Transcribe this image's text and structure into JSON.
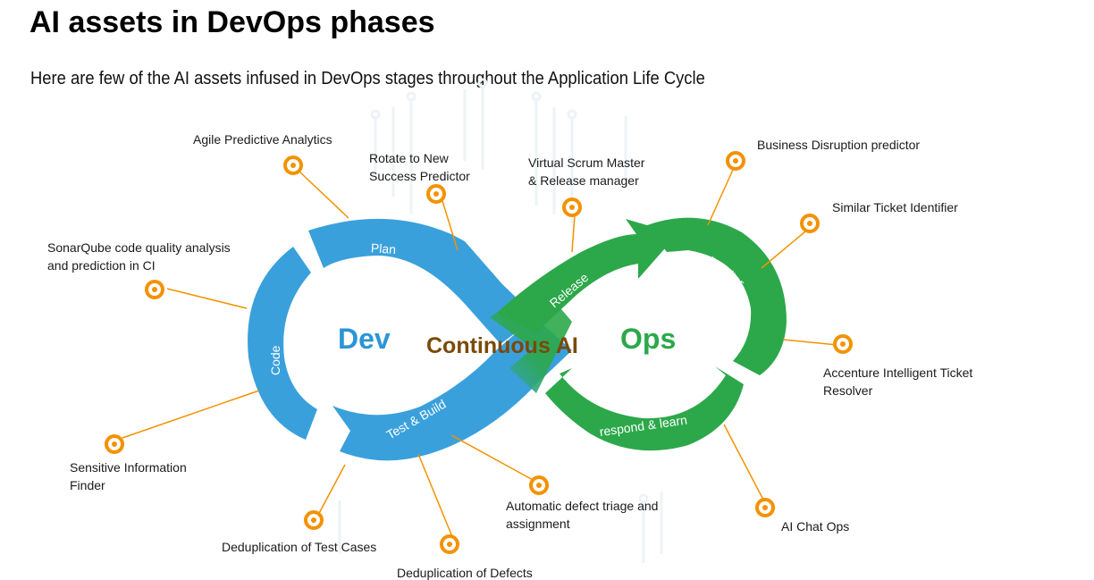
{
  "header": {
    "title": "AI assets in DevOps phases",
    "subtitle": "Here are few of the AI assets infused in DevOps stages throughout the Application Life Cycle"
  },
  "diagram": {
    "center_label": "Continuous AI",
    "dev_label": "Dev",
    "ops_label": "Ops",
    "phases": {
      "plan": "Plan",
      "code": "Code",
      "test_build": "Test & Build",
      "release": "Release",
      "monitor": "monitor",
      "respond_learn": "respond & learn"
    },
    "colors": {
      "dev_blue": "#3aa0dc",
      "ops_green": "#2ca84a",
      "center_text": "#7a4a06",
      "connector_orange": "#f39200"
    },
    "assets": {
      "agile_predictive_analytics": "Agile Predictive Analytics",
      "rotate_to_new_success_predictor": [
        "Rotate to New",
        "Success Predictor"
      ],
      "virtual_scrum_master": [
        "Virtual Scrum Master",
        "& Release manager"
      ],
      "business_disruption_predictor": "Business Disruption predictor",
      "similar_ticket_identifier": "Similar Ticket Identifier",
      "sonarqube": [
        "SonarQube code quality analysis",
        "and prediction in CI"
      ],
      "accenture_ticket_resolver": [
        "Accenture Intelligent Ticket",
        "Resolver"
      ],
      "sensitive_information_finder": [
        "Sensitive Information",
        "Finder"
      ],
      "deduplication_test_cases": "Deduplication of Test Cases",
      "deduplication_defects": "Deduplication of Defects",
      "automatic_defect_triage": [
        "Automatic defect triage and",
        "assignment"
      ],
      "ai_chat_ops": "AI Chat Ops"
    }
  }
}
